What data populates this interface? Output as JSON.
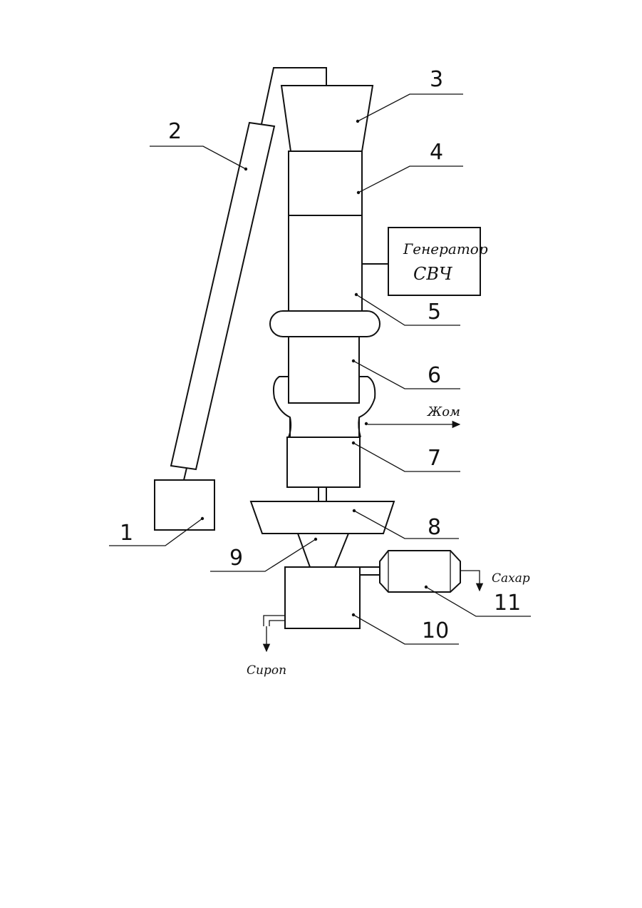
{
  "labels": {
    "n1": "1",
    "n2": "2",
    "n3": "3",
    "n4": "4",
    "n5": "5",
    "n6": "6",
    "n7": "7",
    "n8": "8",
    "n9": "9",
    "n10": "10",
    "n11": "11"
  },
  "generator": {
    "line1": "Генератор",
    "line2": "СВЧ"
  },
  "outputs": {
    "pulp": "Жом",
    "sugar": "Сахар",
    "syrup": "Сироп"
  }
}
